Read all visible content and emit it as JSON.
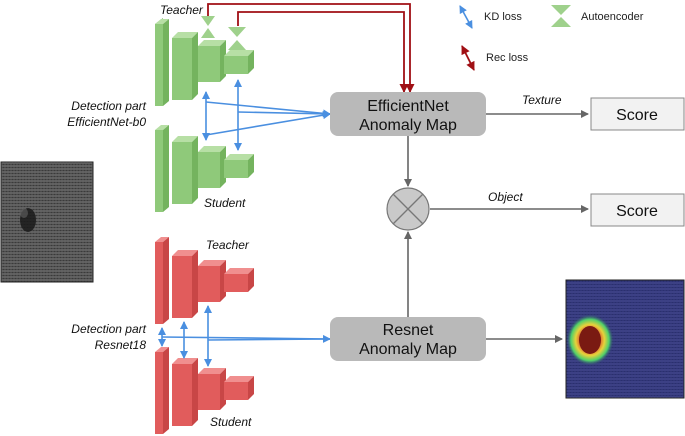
{
  "labels": {
    "teacher_top": "Teacher",
    "student_top": "Student",
    "teacher_bottom": "Teacher",
    "student_bottom": "Student",
    "detection_effnet_line1": "Detection part",
    "detection_effnet_line2": "EfficientNet-b0",
    "detection_resnet_line1": "Detection part",
    "detection_resnet_line2": "Resnet18",
    "texture": "Texture",
    "object": "Object"
  },
  "legend": {
    "kd_loss": "KD loss",
    "rec_loss": "Rec loss",
    "autoencoder": "Autoencoder"
  },
  "boxes": {
    "effnet_map_line1": "EfficientNet",
    "effnet_map_line2": "Anomaly Map",
    "resnet_map_line1": "Resnet",
    "resnet_map_line2": "Anomaly Map",
    "score_top": "Score",
    "score_bottom": "Score"
  },
  "colors": {
    "green_front": "#8fc97a",
    "green_top": "#b7dfa5",
    "green_side": "#74b35e",
    "red_front": "#e15c5c",
    "red_top": "#f08f8f",
    "red_side": "#c84646",
    "kd_arrow": "#4a8fe0",
    "rec_arrow": "#a00f14",
    "box_fill": "#b9b9b9",
    "score_fill": "#f2f2f2",
    "flow_arrow": "#666666"
  },
  "icons": {
    "autoencoder": "hourglass-icon",
    "combine": "multiply-circle-icon"
  }
}
